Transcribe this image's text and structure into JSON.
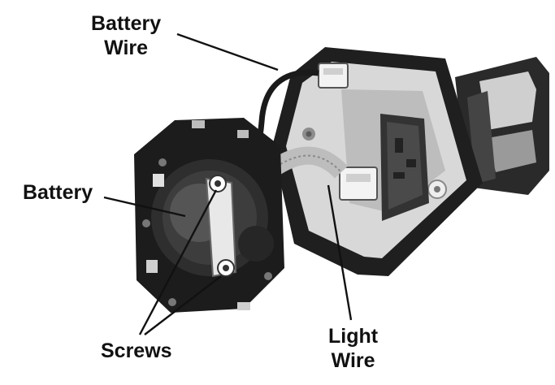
{
  "labels": {
    "battery_wire": {
      "line1": "Battery",
      "line2": "Wire"
    },
    "battery": "Battery",
    "screws": "Screws",
    "light_wire": {
      "line1": "Light",
      "line2": "Wire"
    }
  },
  "colors": {
    "background": "#ffffff",
    "ink": "#111111",
    "housing_dark": "#2b2b2b",
    "housing_light": "#d9d9d9",
    "cap_black": "#1c1c1c",
    "metal_bracket": "#e8e8e8",
    "circuit_board": "#3a3a3a"
  }
}
